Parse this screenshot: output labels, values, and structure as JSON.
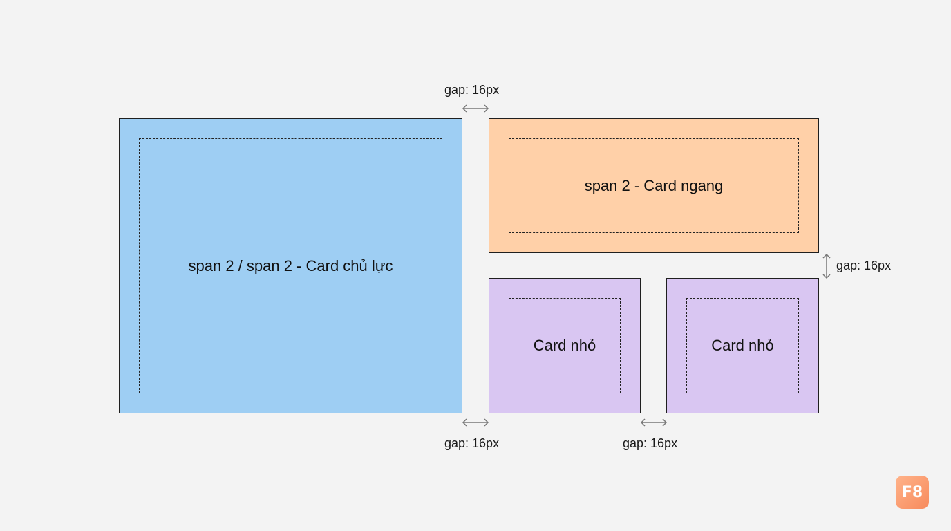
{
  "cards": {
    "main": {
      "label": "span 2 / span 2 - Card chủ lực",
      "color": "#9ecef3"
    },
    "wide": {
      "label": "span 2 - Card ngang",
      "color": "#ffd0a8"
    },
    "small_1": {
      "label": "Card nhỏ",
      "color": "#d9c6f2"
    },
    "small_2": {
      "label": "Card nhỏ",
      "color": "#d9c6f2"
    }
  },
  "gaps": {
    "top": "gap: 16px",
    "right": "gap: 16px",
    "bottom_left": "gap: 16px",
    "bottom_right": "gap: 16px"
  },
  "logo": {
    "text": "F8",
    "icon": "f8-logo-icon"
  }
}
